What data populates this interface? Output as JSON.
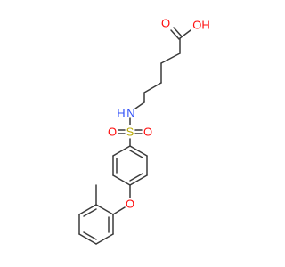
{
  "molecule": {
    "atoms": {
      "carbonyl_o": {
        "text": "O",
        "color": "#ff0d0d"
      },
      "hydroxyl_oh": {
        "text": "OH",
        "color": "#ff0d0d"
      },
      "amine_n": {
        "text": "N",
        "color": "#3050f8"
      },
      "amine_h": {
        "text": "H",
        "color": "#3050f8"
      },
      "sulfonyl_o_left": {
        "text": "O",
        "color": "#ff0d0d"
      },
      "sulfur": {
        "text": "S",
        "color": "#b8a800"
      },
      "sulfonyl_o_right": {
        "text": "O",
        "color": "#ff0d0d"
      },
      "ether_o": {
        "text": "O",
        "color": "#ff0d0d"
      }
    },
    "bond_color": "#3b3b3b"
  }
}
